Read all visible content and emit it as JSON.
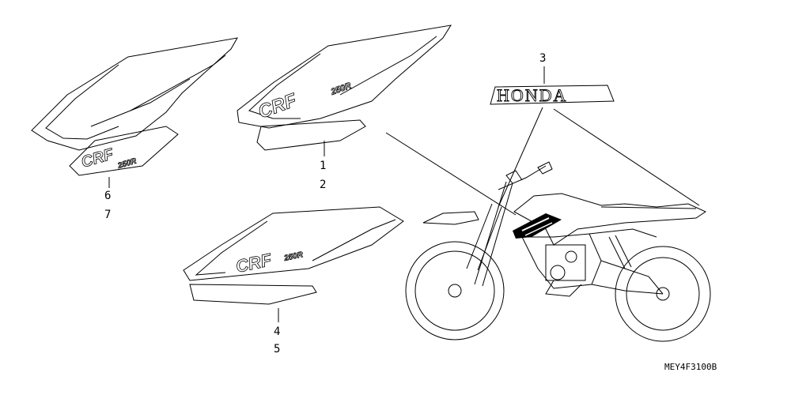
{
  "diagram": {
    "callouts": [
      {
        "id": "c1",
        "text": "1"
      },
      {
        "id": "c2",
        "text": "2"
      },
      {
        "id": "c3",
        "text": "3"
      },
      {
        "id": "c4",
        "text": "4"
      },
      {
        "id": "c5",
        "text": "5"
      },
      {
        "id": "c6",
        "text": "6"
      },
      {
        "id": "c7",
        "text": "7"
      }
    ],
    "logo_text": "HONDA",
    "decal_brand": "CRF",
    "decal_model": "250R",
    "diagram_code": "MEY4F3100B"
  },
  "colors": {
    "line": "#000000",
    "background": "#ffffff"
  }
}
